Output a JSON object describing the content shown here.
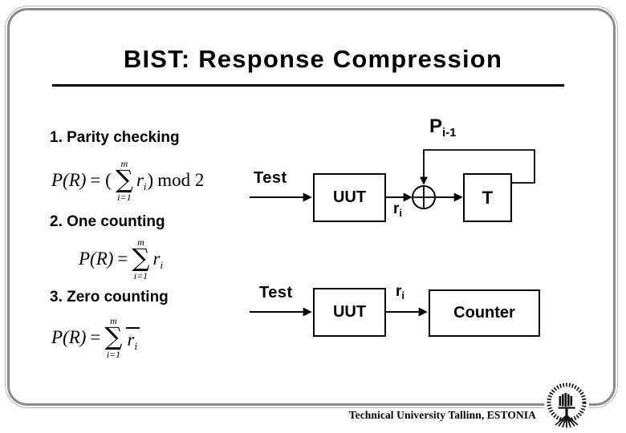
{
  "title": "BIST: Response Compression",
  "sections": [
    {
      "heading": "1. Parity checking",
      "formula": {
        "lead": "P(R)",
        "rel": "= (",
        "sum": "∑",
        "top": "m",
        "bot": "i=1",
        "var": "r",
        "sub": "i",
        "close": ")",
        "mod": "mod 2"
      }
    },
    {
      "heading": "2. One counting",
      "formula": {
        "lead": "P(R)",
        "rel": "=",
        "sum": "∑",
        "top": "m",
        "bot": "i=1",
        "var": "r",
        "sub": "i",
        "close": "",
        "mod": ""
      }
    },
    {
      "heading": "3. Zero counting",
      "formula": {
        "lead": "P(R)",
        "rel": "=",
        "sum": "∑",
        "top": "m",
        "bot": "i=1",
        "var": "r",
        "sub": "i",
        "close": "",
        "mod": ""
      }
    }
  ],
  "parity_diagram": {
    "p_label": "P",
    "p_sub": "i-1",
    "test_label": "Test",
    "uut_label": "UUT",
    "r_label": "r",
    "r_sub": "i",
    "t_label": "T"
  },
  "counting_diagram": {
    "test_label": "Test",
    "uut_label": "UUT",
    "r_label": "r",
    "r_sub": "i",
    "counter_label": "Counter"
  },
  "footer": "Technical University Tallinn, ESTONIA",
  "colors": {
    "ink": "#000000",
    "frame": "#8a8a8a"
  }
}
